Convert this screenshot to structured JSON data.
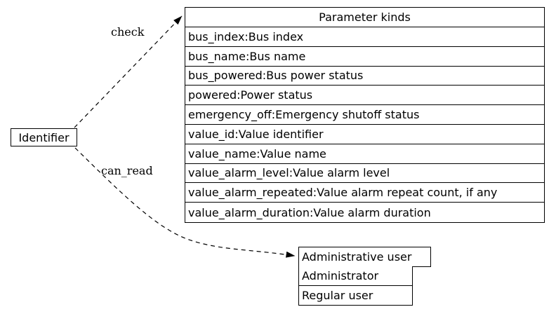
{
  "diagram": {
    "identifier_node": {
      "label": "Identifier"
    },
    "edges": [
      {
        "label": "check",
        "from": "Identifier",
        "to": "Parameter kinds",
        "style": "dashed"
      },
      {
        "label": "can_read",
        "from": "Identifier",
        "to": "Administrative user",
        "style": "dashed"
      }
    ],
    "param_table": {
      "title": "Parameter kinds",
      "rows": [
        "bus_index:Bus index",
        "bus_name:Bus name",
        "bus_powered:Bus power status",
        "powered:Power status",
        "emergency_off:Emergency shutoff status",
        "value_id:Value identifier",
        "value_name:Value name",
        "value_alarm_level:Value alarm level",
        "value_alarm_repeated:Value alarm repeat count, if any",
        "value_alarm_duration:Value alarm duration"
      ]
    },
    "user_table": {
      "title": "Administrative user",
      "rows": [
        "Administrator",
        "Regular user"
      ]
    },
    "colors": {
      "line": "#000000",
      "text": "#000000",
      "background": "#ffffff"
    }
  }
}
